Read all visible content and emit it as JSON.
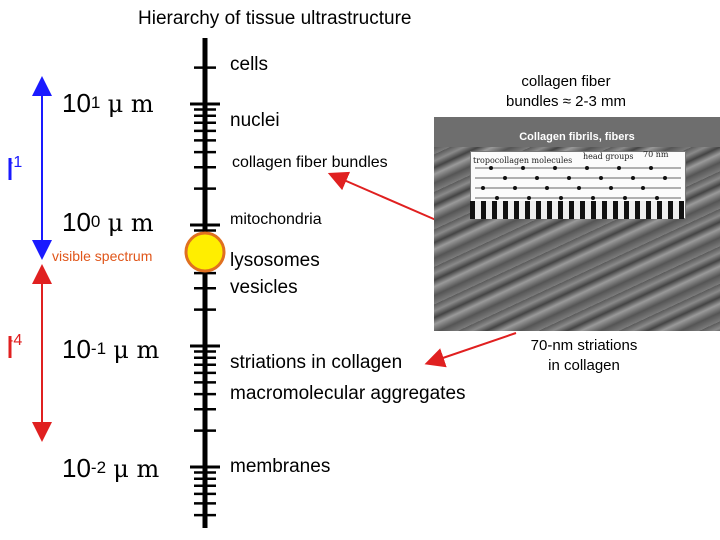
{
  "title": "Hierarchy of tissue ultrastructure",
  "axis": {
    "major_ticks": [
      {
        "base": "10",
        "exp": "1",
        "unit": "μ m"
      },
      {
        "base": "10",
        "exp": "0",
        "unit": "μ m"
      },
      {
        "base": "10",
        "exp": "-1",
        "unit": "μ m"
      },
      {
        "base": "10",
        "exp": "-2",
        "unit": "μ m"
      }
    ]
  },
  "structures": [
    "cells",
    "nuclei",
    "collagen fiber bundles",
    "mitochondria",
    "lysosomes",
    "vesicles",
    "striations in collagen",
    "macromolecular aggregates",
    "membranes"
  ],
  "visible_spectrum_label": "visible spectrum",
  "ranges": [
    {
      "label": "-1",
      "color": "#1a1aff"
    },
    {
      "label": "-4",
      "color": "#e02020"
    }
  ],
  "callouts": {
    "bundles": {
      "line1": "collagen fiber",
      "line2": "bundles ≈ 2-3 mm"
    },
    "striations": {
      "line1": "70-nm striations",
      "line2": "in collagen"
    }
  },
  "image_panel": {
    "header": "Collagen fibrils, fibers",
    "labels": {
      "tropocollagen": "tropocollagen molecules",
      "head": "head groups",
      "nm": "70 nm"
    }
  },
  "colors": {
    "axis": "#000000",
    "arrow_red": "#e02020",
    "arrow_blue": "#1a1aff",
    "marker_fill": "#ffee00",
    "marker_stroke": "#e07020"
  }
}
